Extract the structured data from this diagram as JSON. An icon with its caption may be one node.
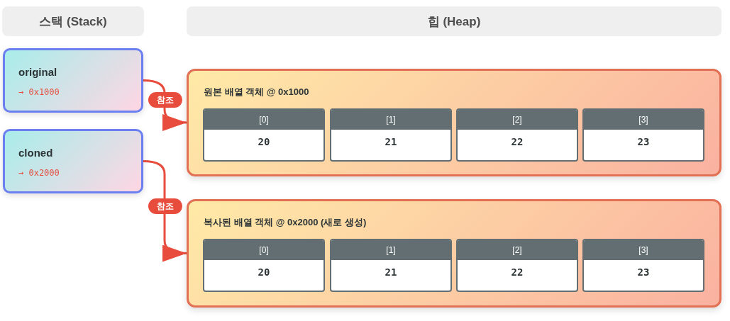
{
  "diagram": {
    "nodes": [
      {
        "text": [
          "스택 (Stack)"
        ]
      },
      {
        "text": [
          "힙 (Heap)"
        ]
      },
      {
        "text": [
          "original",
          "→ 0x1000"
        ]
      },
      {
        "text": [
          "cloned",
          "→ 0x2000"
        ]
      },
      {
        "text": [
          "원본 배열 객체 @ 0x1000"
        ]
      },
      {
        "text": [
          "[0]",
          "20"
        ],
        "in": 4
      },
      {
        "text": [
          "[1]",
          "21"
        ],
        "in": 4
      },
      {
        "text": [
          "[2]",
          "22"
        ],
        "in": 4
      },
      {
        "text": [
          "[3]",
          "23"
        ],
        "in": 4
      },
      {
        "text": [
          "복사된 배열 객체 @ 0x2000 (새로 생성)"
        ]
      },
      {
        "text": [
          "[0]",
          "20"
        ],
        "in": 9
      },
      {
        "text": [
          "[1]",
          "21"
        ],
        "in": 9
      },
      {
        "text": [
          "[2]",
          "22"
        ],
        "in": 9
      },
      {
        "text": [
          "[3]",
          "23"
        ],
        "in": 9
      }
    ],
    "edges": [
      {
        "from": 2,
        "to": 4,
        "arrow": "to",
        "label": "참조"
      },
      {
        "from": 3,
        "to": 9,
        "arrow": "to",
        "label": "참조"
      }
    ]
  }
}
